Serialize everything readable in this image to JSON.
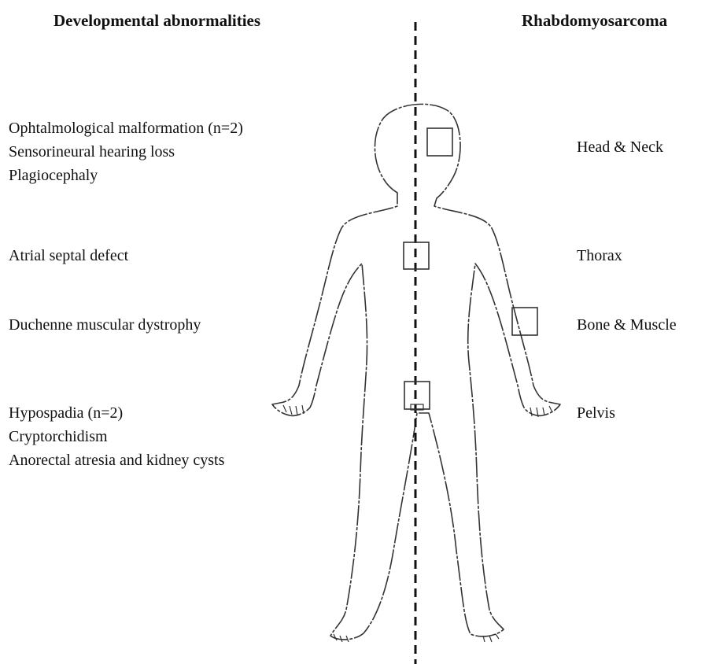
{
  "headings": {
    "left": "Developmental abnormalities",
    "right": "Rhabdomyosarcoma"
  },
  "abnormality_groups": [
    {
      "region": "head",
      "items": [
        "Ophtalmological malformation (n=2)",
        "Sensorineural hearing loss",
        "Plagiocephaly"
      ]
    },
    {
      "region": "thorax",
      "items": [
        "Atrial septal defect"
      ]
    },
    {
      "region": "muscle",
      "items": [
        "Duchenne muscular dystrophy"
      ]
    },
    {
      "region": "pelvis",
      "items": [
        "Hypospadia (n=2)",
        "Cryptorchidism",
        "Anorectal atresia and kidney cysts"
      ]
    }
  ],
  "tumor_sites": [
    {
      "region": "head",
      "label": "Head & Neck"
    },
    {
      "region": "thorax",
      "label": "Thorax"
    },
    {
      "region": "muscle",
      "label": "Bone & Muscle"
    },
    {
      "region": "pelvis",
      "label": "Pelvis"
    }
  ]
}
